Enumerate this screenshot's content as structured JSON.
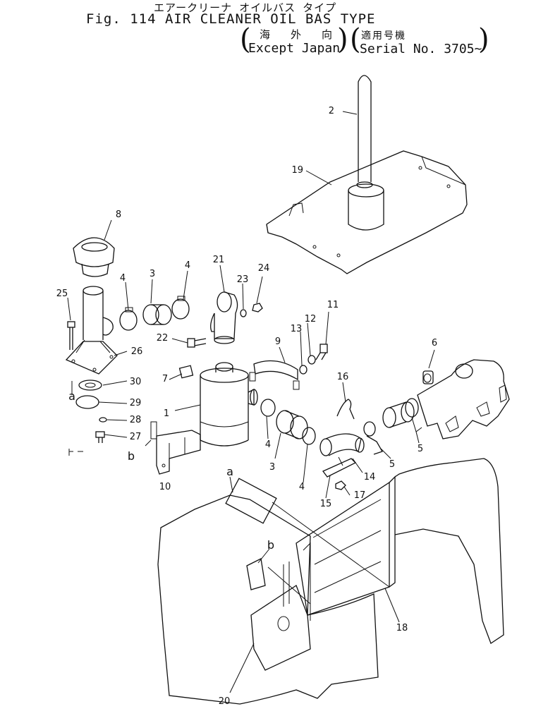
{
  "header": {
    "jp_title": "エアークリーナ オイルバス タイプ",
    "fig_title": "Fig. 114 AIR CLEANER OIL BAS TYPE",
    "jp_region": "海 外 向",
    "en_region": "Except Japan",
    "jp_serial": "適用号機",
    "en_serial": "Serial No. 3705~"
  },
  "callouts": {
    "c1": "1",
    "c2": "2",
    "c3": "3",
    "c3b": "3",
    "c4a": "4",
    "c4b": "4",
    "c4c": "4",
    "c4d": "4",
    "c5a": "5",
    "c5b": "5",
    "c6": "6",
    "c7": "7",
    "c8": "8",
    "c9": "9",
    "c10": "10",
    "c11": "11",
    "c12": "12",
    "c13": "13",
    "c14": "14",
    "c15": "15",
    "c16": "16",
    "c17": "17",
    "c18": "18",
    "c19": "19",
    "c20": "20",
    "c21": "21",
    "c22": "22",
    "c23": "23",
    "c24": "24",
    "c25": "25",
    "c26": "26",
    "c27": "27",
    "c28": "28",
    "c29": "29",
    "c30": "30"
  },
  "refs": {
    "a1": "a",
    "b1": "b",
    "a2": "a",
    "b2": "b"
  }
}
